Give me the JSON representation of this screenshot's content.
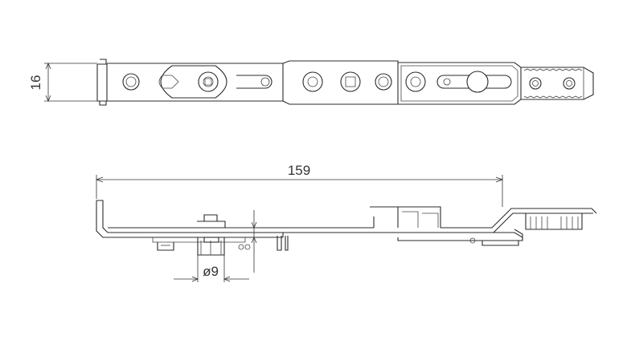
{
  "dimensions": {
    "height": "16",
    "length": "159",
    "diameter": "ø9"
  },
  "colors": {
    "line": "#2b2b2b",
    "background": "#ffffff"
  }
}
